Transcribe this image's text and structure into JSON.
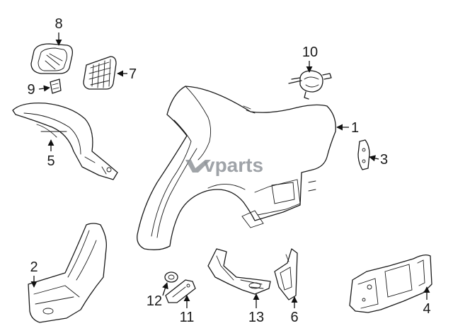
{
  "diagram": {
    "watermark": "vparts",
    "callouts": {
      "c1": "1",
      "c2": "2",
      "c3": "3",
      "c4": "4",
      "c5": "5",
      "c6": "6",
      "c7": "7",
      "c8": "8",
      "c9": "9",
      "c10": "10",
      "c11": "11",
      "c12": "12",
      "c13": "13"
    }
  }
}
